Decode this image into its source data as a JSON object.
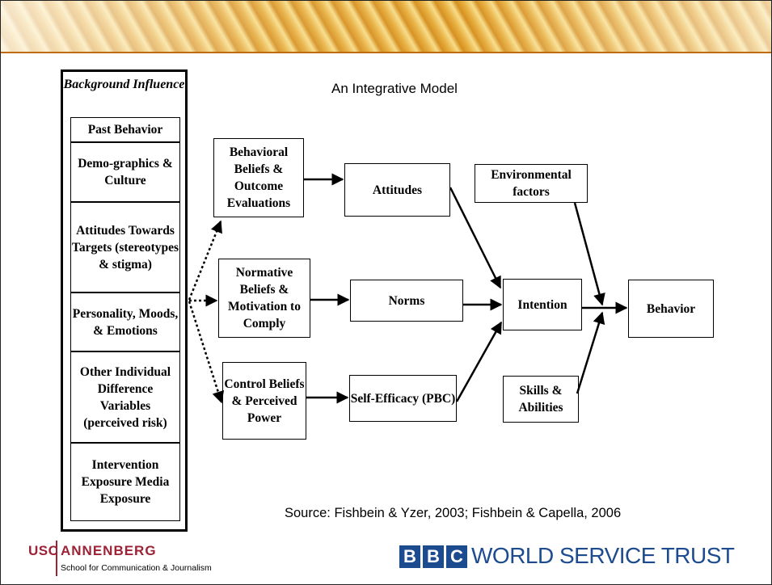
{
  "diagram": {
    "title": "An Integrative Model",
    "background_title": "Background Influence",
    "background_items": [
      "Past Behavior",
      "Demo-graphics & Culture",
      "Attitudes Towards Targets (stereotypes & stigma)",
      "Personality, Moods, & Emotions",
      "Other Individual Difference Variables (perceived risk)",
      "Intervention Exposure Media Exposure"
    ],
    "beliefs": [
      "Behavioral Beliefs & Outcome Evaluations",
      "Normative Beliefs & Motivation to Comply",
      "Control Beliefs & Perceived Power"
    ],
    "constructs": [
      "Attitudes",
      "Norms",
      "Self-Efficacy (PBC)"
    ],
    "environmental": "Environmental factors",
    "skills": "Skills & Abilities",
    "intention": "Intention",
    "behavior": "Behavior",
    "source": "Source: Fishbein & Yzer, 2003; Fishbein & Capella, 2006"
  },
  "logos": {
    "usc": "USC",
    "annenberg": "ANNENBERG",
    "school": "School for Communication & Journalism",
    "bbc_letters": [
      "B",
      "B",
      "C"
    ],
    "bbc_text": "WORLD SERVICE TRUST"
  },
  "colors": {
    "usc": "#9d2235",
    "bbc": "#1d4b8f",
    "banner": "#e8b040"
  }
}
